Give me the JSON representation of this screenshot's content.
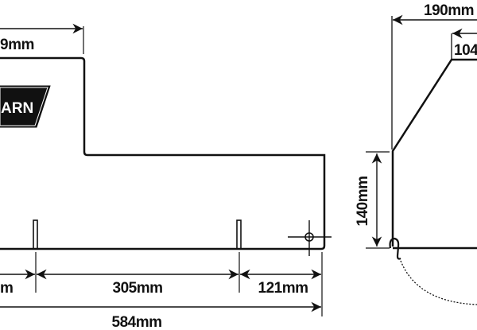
{
  "logo": {
    "text": "WARN",
    "visible_text": "ARN"
  },
  "side_view": {
    "dimensions": {
      "top_width": "9mm",
      "left_segment": "m",
      "slot_spacing": "305mm",
      "end_offset": "121mm",
      "overall_length": "584mm"
    }
  },
  "end_view": {
    "dimensions": {
      "overall_depth": "190mm",
      "top_width": "104",
      "lower_height": "140mm"
    }
  },
  "colors": {
    "line": "#111111",
    "background": "#ffffff"
  }
}
